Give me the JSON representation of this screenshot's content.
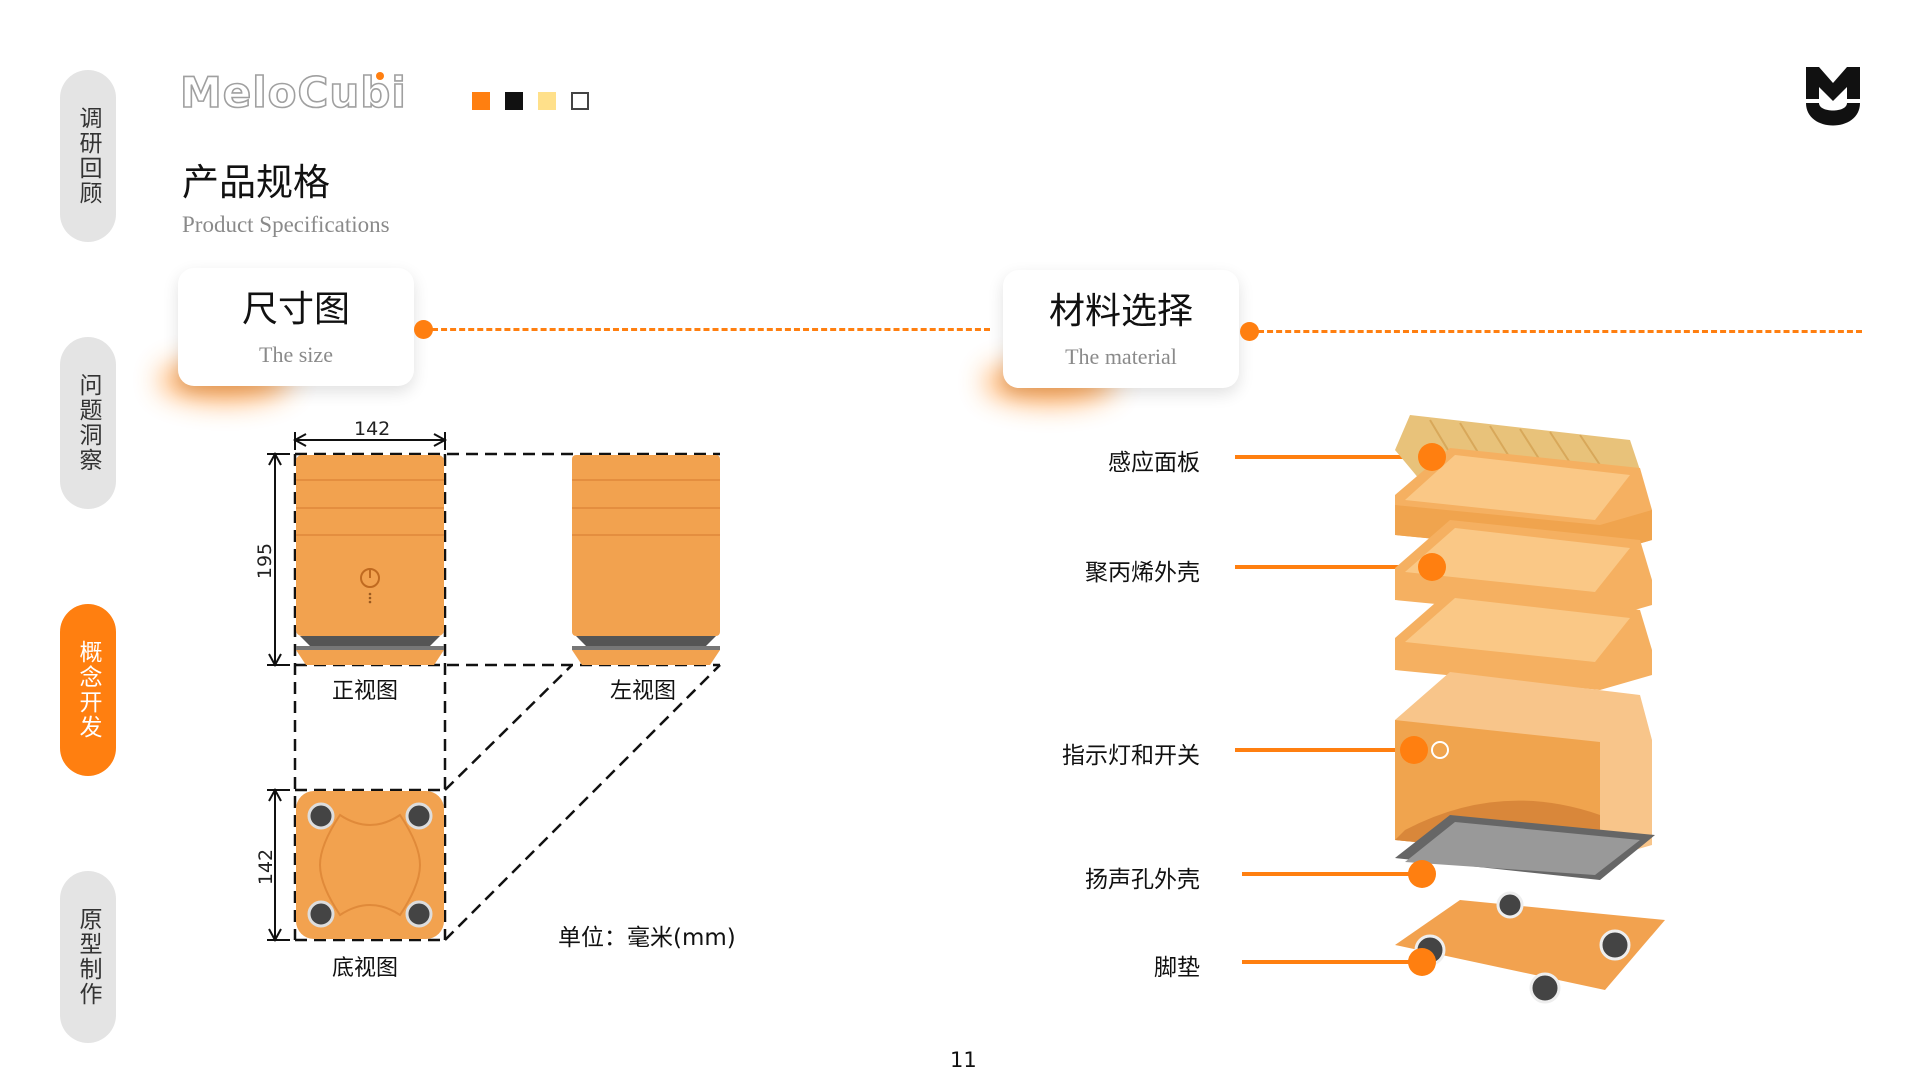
{
  "nav": [
    {
      "label": "调研回顾",
      "active": false
    },
    {
      "label": "问题洞察",
      "active": false
    },
    {
      "label": "概念开发",
      "active": true
    },
    {
      "label": "原型制作",
      "active": false
    }
  ],
  "header": {
    "logo": "MeloCubi",
    "swatch_colors": [
      "#ff7f10",
      "#111111",
      "#ffe08a",
      "#ffffff"
    ],
    "brand_mark": "MU-logo-icon"
  },
  "title": {
    "zh": "产品规格",
    "en": "Product Specifications"
  },
  "sections": {
    "size": {
      "zh": "尺寸图",
      "en": "The size"
    },
    "material": {
      "zh": "材料选择",
      "en": "The material"
    }
  },
  "dimensions": {
    "width": "142",
    "height": "195",
    "depth": "142",
    "front_view": "正视图",
    "left_view": "左视图",
    "bottom_view": "底视图",
    "unit": "单位：毫米(mm)"
  },
  "materials": [
    "感应面板",
    "聚丙烯外壳",
    "指示灯和开关",
    "扬声孔外壳",
    "脚垫"
  ],
  "colors": {
    "accent": "#ff7f10",
    "body": "#f2a24f",
    "body_light": "#f8c98a"
  },
  "page_number": "11"
}
